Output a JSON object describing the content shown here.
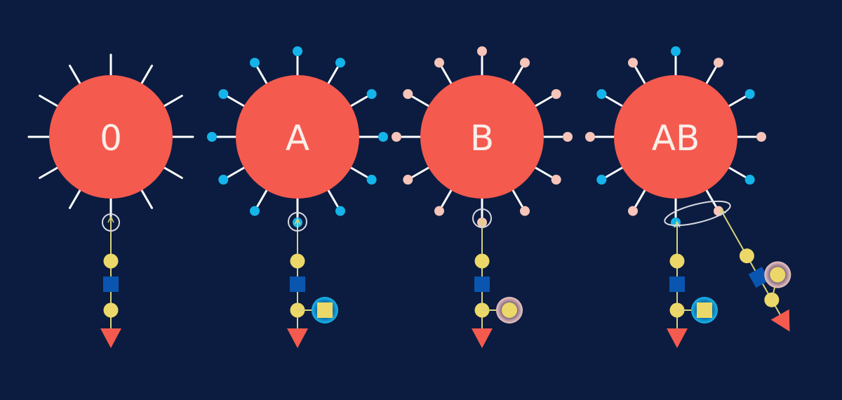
{
  "colors": {
    "background": "#0b1c40",
    "cell": "#f55a4e",
    "spike": "#ffffff",
    "antigen_a": "#14b4ea",
    "antigen_b": "#f6c4b8",
    "sugar_circle": "#ecd868",
    "sugar_square": "#0a55b0",
    "fucose": "#f55a4e",
    "chain_line": "#d9d27a"
  },
  "cells": [
    {
      "label": "0",
      "antigen": "none"
    },
    {
      "label": "A",
      "antigen": "A"
    },
    {
      "label": "B",
      "antigen": "B"
    },
    {
      "label": "AB",
      "antigen": "AB"
    }
  ]
}
